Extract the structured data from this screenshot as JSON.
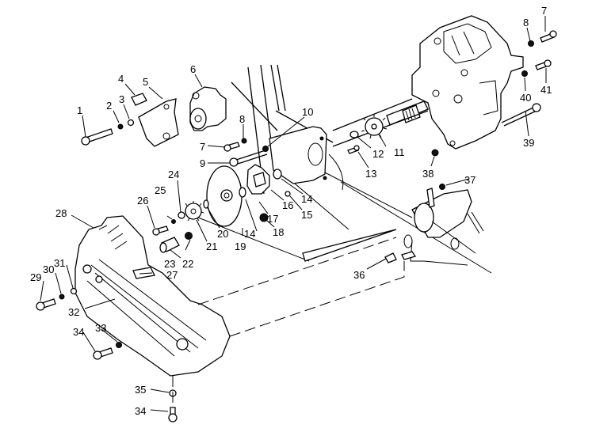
{
  "diagram": {
    "type": "exploded-parts-diagram",
    "subject": "chaincase / drive assembly",
    "background_color": "#ffffff",
    "line_color": "#000000",
    "callouts": [
      {
        "id": "c1",
        "label": "1"
      },
      {
        "id": "c2",
        "label": "2"
      },
      {
        "id": "c3",
        "label": "3"
      },
      {
        "id": "c4",
        "label": "4"
      },
      {
        "id": "c5",
        "label": "5"
      },
      {
        "id": "c6",
        "label": "6"
      },
      {
        "id": "c7a",
        "label": "7"
      },
      {
        "id": "c7b",
        "label": "7"
      },
      {
        "id": "c8a",
        "label": "8"
      },
      {
        "id": "c8b",
        "label": "8"
      },
      {
        "id": "c9",
        "label": "9"
      },
      {
        "id": "c10",
        "label": "10"
      },
      {
        "id": "c11",
        "label": "11"
      },
      {
        "id": "c12",
        "label": "12"
      },
      {
        "id": "c13",
        "label": "13"
      },
      {
        "id": "c14a",
        "label": "14"
      },
      {
        "id": "c14b",
        "label": "14"
      },
      {
        "id": "c15",
        "label": "15"
      },
      {
        "id": "c16",
        "label": "16"
      },
      {
        "id": "c17",
        "label": "17"
      },
      {
        "id": "c18",
        "label": "18"
      },
      {
        "id": "c19",
        "label": "19"
      },
      {
        "id": "c20",
        "label": "20"
      },
      {
        "id": "c21",
        "label": "21"
      },
      {
        "id": "c22",
        "label": "22"
      },
      {
        "id": "c23",
        "label": "23"
      },
      {
        "id": "c24",
        "label": "24"
      },
      {
        "id": "c25",
        "label": "25"
      },
      {
        "id": "c26",
        "label": "26"
      },
      {
        "id": "c27",
        "label": "27"
      },
      {
        "id": "c28",
        "label": "28"
      },
      {
        "id": "c29",
        "label": "29"
      },
      {
        "id": "c30",
        "label": "30"
      },
      {
        "id": "c31",
        "label": "31"
      },
      {
        "id": "c32",
        "label": "32"
      },
      {
        "id": "c33",
        "label": "33"
      },
      {
        "id": "c34a",
        "label": "34"
      },
      {
        "id": "c34b",
        "label": "34"
      },
      {
        "id": "c35",
        "label": "35"
      },
      {
        "id": "c36",
        "label": "36"
      },
      {
        "id": "c37",
        "label": "37"
      },
      {
        "id": "c38",
        "label": "38"
      },
      {
        "id": "c39",
        "label": "39"
      },
      {
        "id": "c40",
        "label": "40"
      },
      {
        "id": "c41",
        "label": "41"
      }
    ]
  }
}
